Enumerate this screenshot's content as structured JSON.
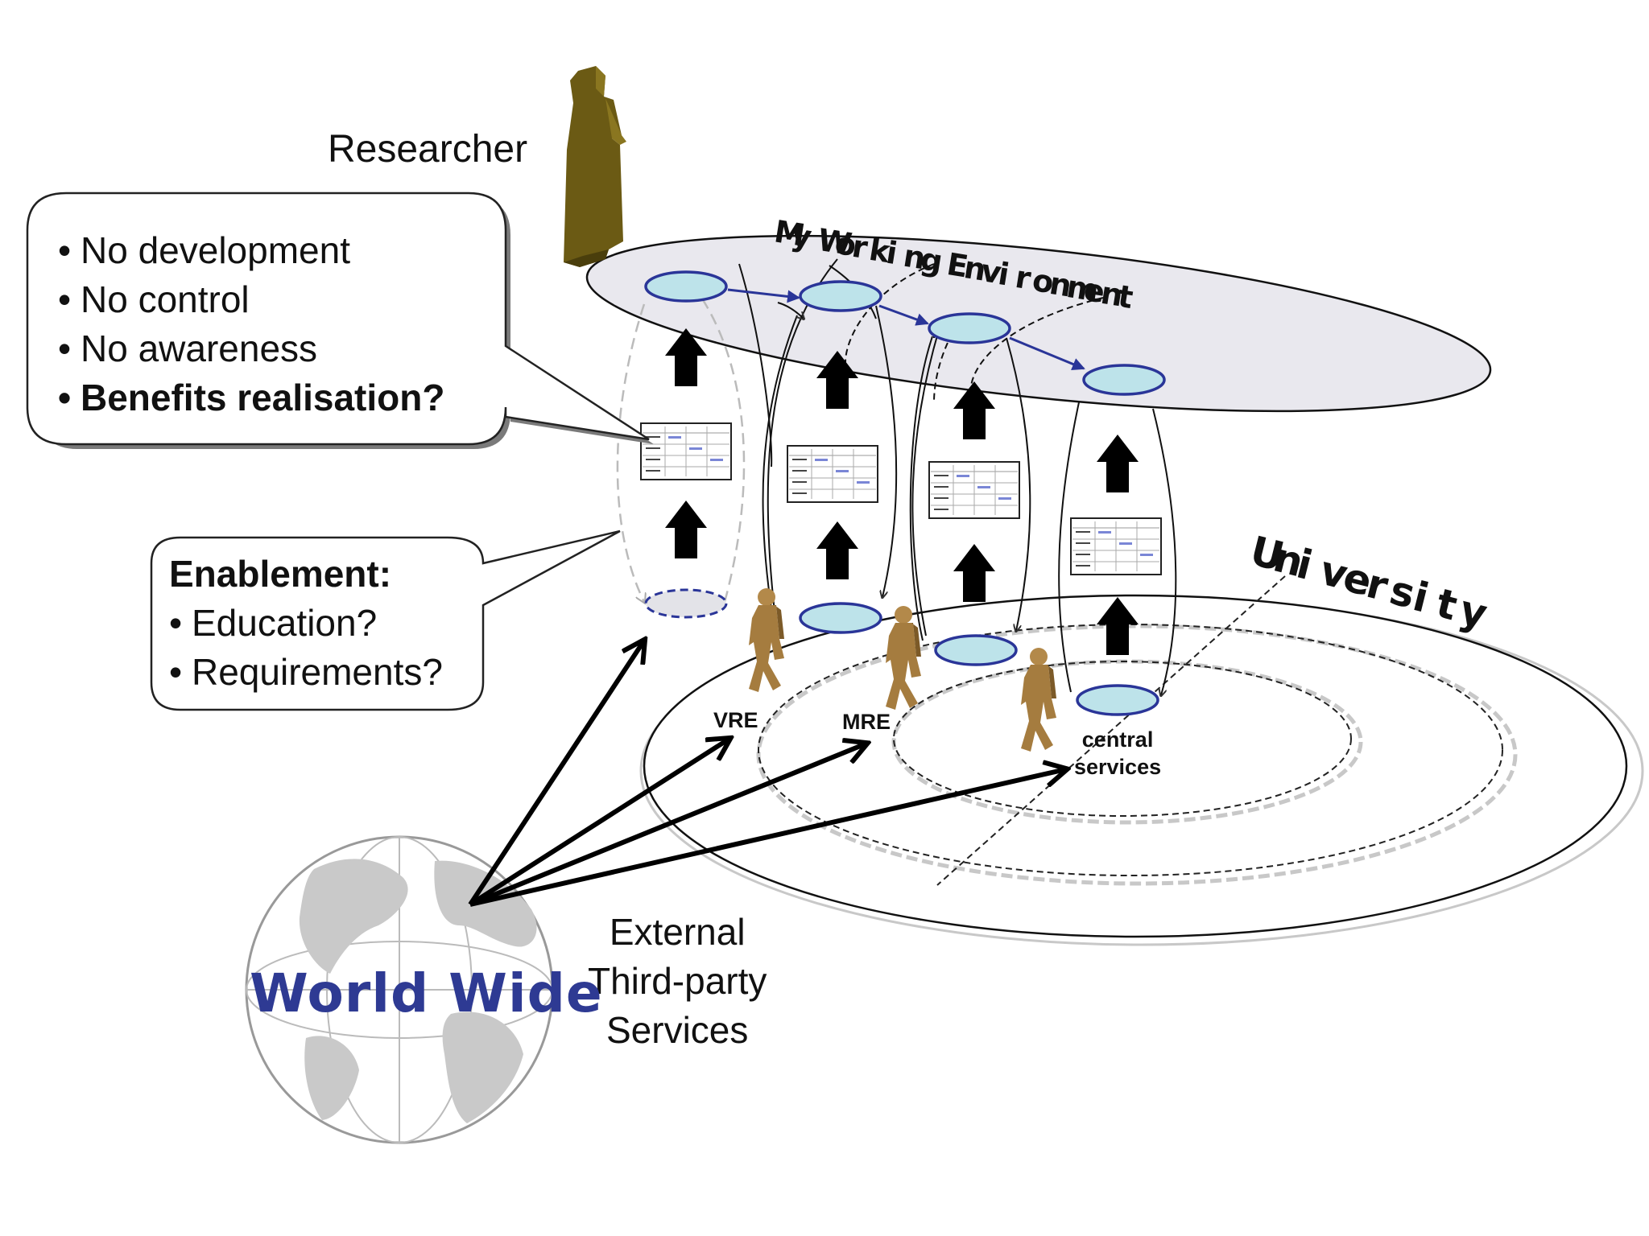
{
  "researcher": {
    "label": "Researcher"
  },
  "my_working_environment": {
    "label": "My Working Environment"
  },
  "university": {
    "label": "University"
  },
  "rings": {
    "vre": "VRE",
    "mre": "MRE",
    "central_services": [
      "central",
      "services"
    ]
  },
  "callout_top": {
    "items": [
      "No development",
      "No control",
      "No awareness"
    ],
    "bold_item": "Benefits realisation?"
  },
  "callout_enablement": {
    "title": "Enablement:",
    "items": [
      "Education?",
      "Requirements?"
    ]
  },
  "external": {
    "lines": [
      "External",
      "Third-party",
      "Services"
    ]
  },
  "world": {
    "label": "World Wide"
  },
  "colors": {
    "plane_fill": "#e9e8ee",
    "service_fill": "#bde3ea",
    "service_stroke": "#2a3598",
    "figure": "#a57c3f",
    "researcher_figure": "#6b5a14",
    "world_text": "#2e3a93",
    "globe_land": "#c9c9c9"
  },
  "icons": [
    "researcher-figure-icon",
    "walking-person-icon",
    "globe-icon",
    "process-table-icon",
    "up-arrow-icon"
  ]
}
